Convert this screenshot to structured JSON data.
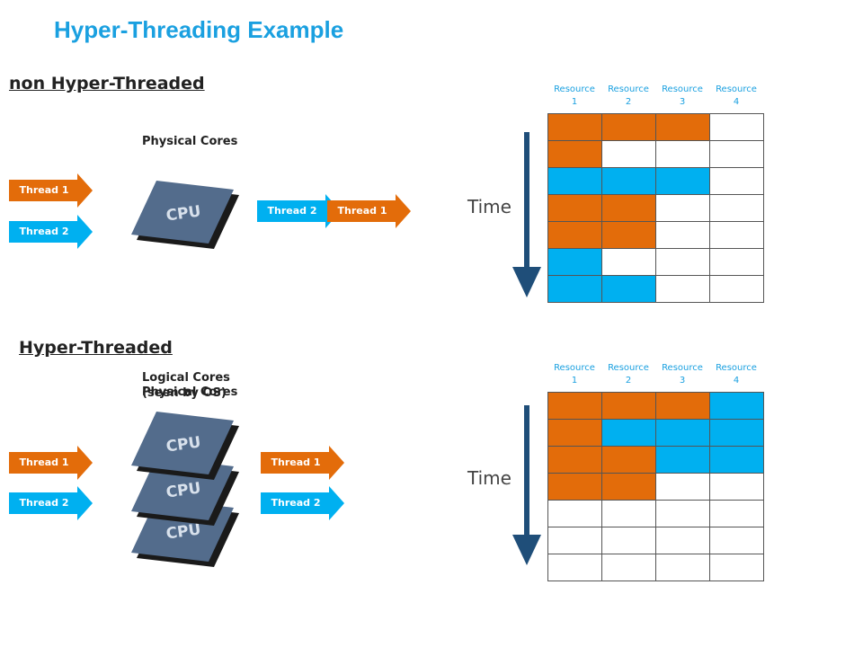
{
  "title": "Hyper-Threading Example",
  "colors": {
    "orange": "#e36c0a",
    "blue": "#00b0f0",
    "white": "#ffffff",
    "cpu": "#536c8c",
    "time_arrow": "#1f4e79"
  },
  "cpu_label": "CPU",
  "non_ht": {
    "heading": "non Hyper-Threaded",
    "cores_label": "Physical Cores",
    "input_threads": [
      {
        "label": "Thread 1",
        "color": "orange"
      },
      {
        "label": "Thread 2",
        "color": "blue"
      }
    ],
    "output_threads": [
      {
        "label": "Thread 2",
        "color": "blue"
      },
      {
        "label": "Thread 1",
        "color": "orange"
      }
    ],
    "time_label": "Time",
    "resources": [
      "Resource\n1",
      "Resource\n2",
      "Resource\n3",
      "Resource\n4"
    ],
    "grid": [
      [
        "orange",
        "orange",
        "orange",
        "white"
      ],
      [
        "orange",
        "white",
        "white",
        "white"
      ],
      [
        "blue",
        "blue",
        "blue",
        "white"
      ],
      [
        "orange",
        "orange",
        "white",
        "white"
      ],
      [
        "orange",
        "orange",
        "white",
        "white"
      ],
      [
        "blue",
        "white",
        "white",
        "white"
      ],
      [
        "blue",
        "blue",
        "white",
        "white"
      ]
    ]
  },
  "ht": {
    "heading": "Hyper-Threaded",
    "cores_label_1": "Logical  Cores\n(seen by OS)",
    "cores_label_2": "Physical Cores",
    "input_threads": [
      {
        "label": "Thread 1",
        "color": "orange"
      },
      {
        "label": "Thread 2",
        "color": "blue"
      }
    ],
    "output_threads": [
      {
        "label": "Thread 1",
        "color": "orange"
      },
      {
        "label": "Thread 2",
        "color": "blue"
      }
    ],
    "time_label": "Time",
    "resources": [
      "Resource\n1",
      "Resource\n2",
      "Resource\n3",
      "Resource\n4"
    ],
    "grid": [
      [
        "orange",
        "orange",
        "orange",
        "blue"
      ],
      [
        "orange",
        "blue",
        "blue",
        "blue"
      ],
      [
        "orange",
        "orange",
        "blue",
        "blue"
      ],
      [
        "orange",
        "orange",
        "white",
        "white"
      ],
      [
        "white",
        "white",
        "white",
        "white"
      ],
      [
        "white",
        "white",
        "white",
        "white"
      ],
      [
        "white",
        "white",
        "white",
        "white"
      ]
    ]
  }
}
